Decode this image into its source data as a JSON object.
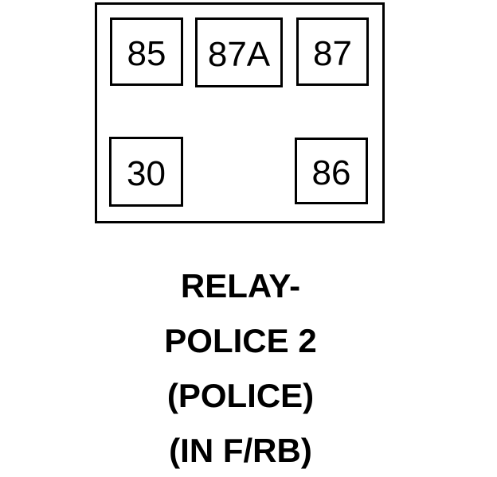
{
  "diagram": {
    "type": "relay-pinout",
    "pins": [
      {
        "id": "85",
        "label": "85"
      },
      {
        "id": "87A",
        "label": "87A"
      },
      {
        "id": "87",
        "label": "87"
      },
      {
        "id": "30",
        "label": "30"
      },
      {
        "id": "86",
        "label": "86"
      }
    ],
    "caption_lines": [
      "RELAY-",
      "POLICE 2",
      "(POLICE)",
      "(IN F/RB)"
    ],
    "colors": {
      "line": "#000000",
      "background": "#ffffff"
    }
  }
}
